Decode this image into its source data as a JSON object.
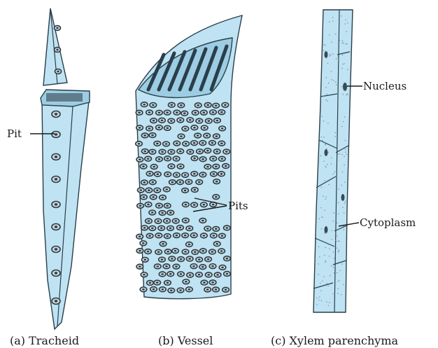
{
  "labels": {
    "pit": "Pit",
    "pits": "Pits",
    "nucleus": "Nucleus",
    "cytoplasm": "Cytoplasm"
  },
  "captions": {
    "tracheid": "(a) Tracheid",
    "vessel": "(b) Vessel",
    "parenchyma": "(c) Xylem parenchyma"
  },
  "colors": {
    "cell_fill": "#bfe3f3",
    "outline": "#2a3e4a",
    "background": "#ffffff"
  }
}
